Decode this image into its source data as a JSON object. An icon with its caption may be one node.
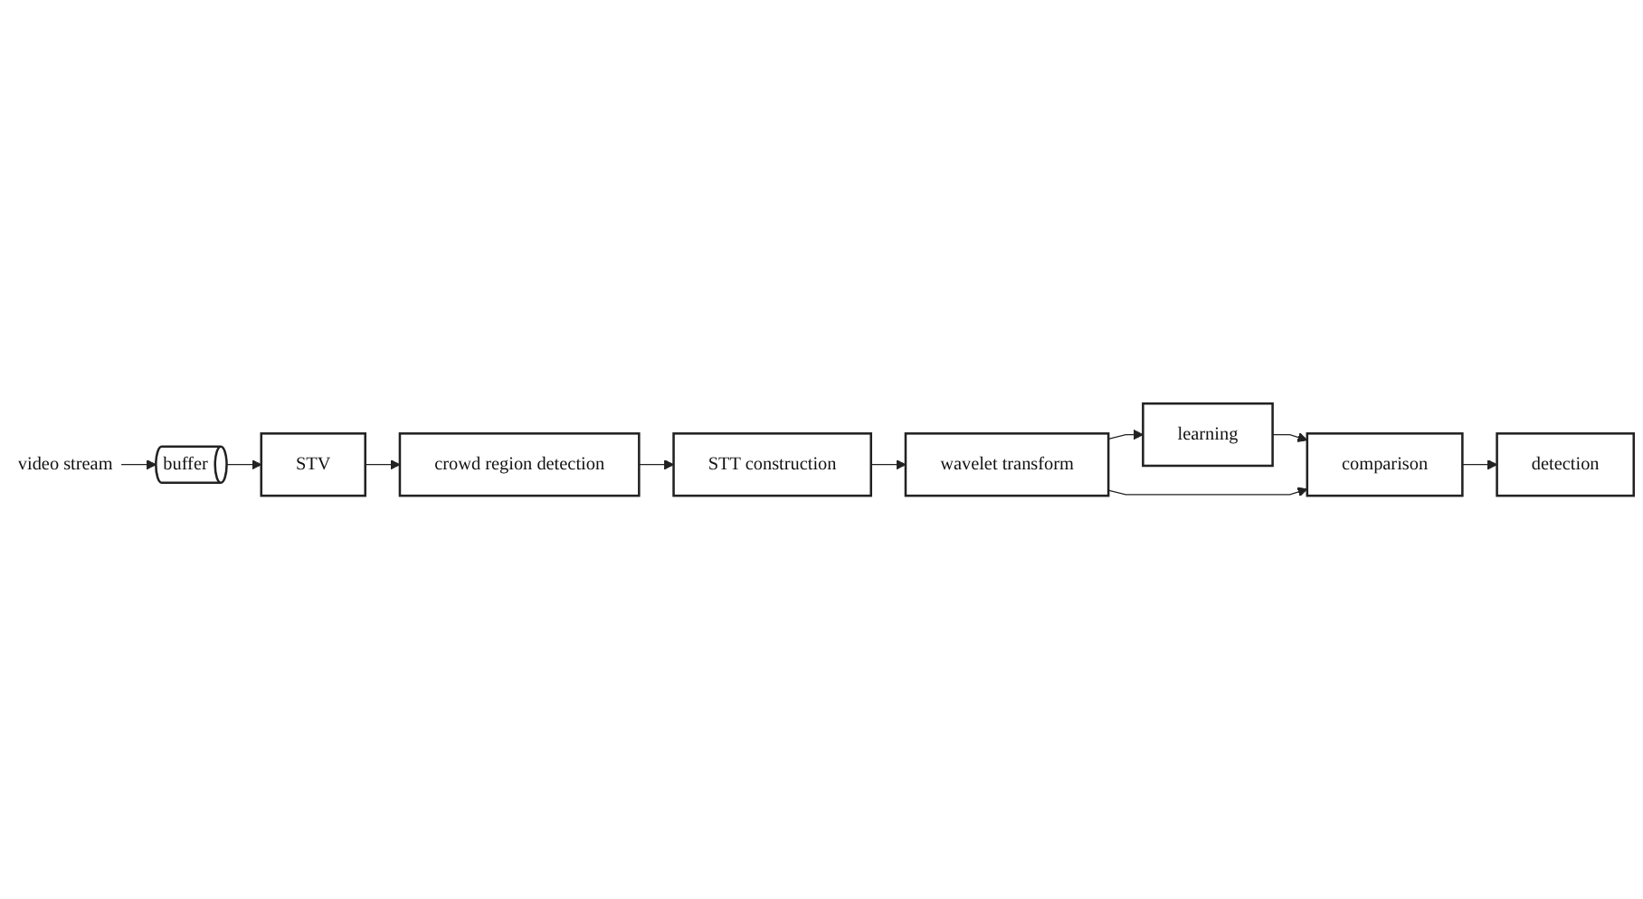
{
  "diagram": {
    "nodes": [
      {
        "text": [
          "video stream"
        ]
      },
      {
        "text": [
          "buffer"
        ]
      },
      {
        "text": [
          "STV"
        ]
      },
      {
        "text": [
          "crowd region detection"
        ]
      },
      {
        "text": [
          "STT construction"
        ]
      },
      {
        "text": [
          "wavelet transform"
        ]
      },
      {
        "text": [
          "learning"
        ]
      },
      {
        "text": [
          "comparison"
        ]
      },
      {
        "text": [
          "detection"
        ]
      }
    ],
    "edges": [
      {
        "from": 0,
        "to": 1,
        "arrow": "to"
      },
      {
        "from": 1,
        "to": 2,
        "arrow": "to"
      },
      {
        "from": 2,
        "to": 3,
        "arrow": "to"
      },
      {
        "from": 3,
        "to": 4,
        "arrow": "to"
      },
      {
        "from": 4,
        "to": 5,
        "arrow": "to"
      },
      {
        "from": 5,
        "to": 6,
        "arrow": "to"
      },
      {
        "from": 6,
        "to": 7,
        "arrow": "to"
      },
      {
        "from": 5,
        "to": 7,
        "arrow": "to"
      },
      {
        "from": 7,
        "to": 8,
        "arrow": "to"
      }
    ]
  }
}
